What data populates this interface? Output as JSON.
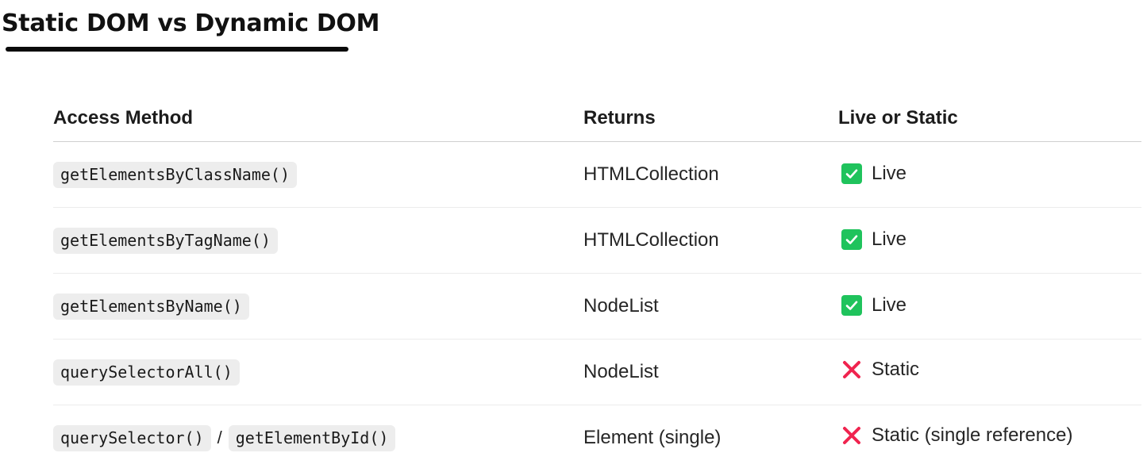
{
  "title": "Static DOM vs Dynamic DOM",
  "table": {
    "headers": {
      "method": "Access Method",
      "returns": "Returns",
      "live": "Live or Static"
    },
    "rows": [
      {
        "method": "getElementsByClassName()",
        "returns": "HTMLCollection",
        "status_icon": "check-icon",
        "status": "Live"
      },
      {
        "method": "getElementsByTagName()",
        "returns": "HTMLCollection",
        "status_icon": "check-icon",
        "status": "Live"
      },
      {
        "method": "getElementsByName()",
        "returns": "NodeList",
        "status_icon": "check-icon",
        "status": "Live"
      },
      {
        "method": "querySelectorAll()",
        "returns": "NodeList",
        "status_icon": "cross-icon",
        "status": "Static"
      },
      {
        "method": "querySelector()",
        "method_sep": "/",
        "method_alt": "getElementById()",
        "returns": "Element (single)",
        "status_icon": "cross-icon",
        "status": "Static (single reference)"
      }
    ]
  },
  "colors": {
    "check": "#1fc35c",
    "cross": "#f0244f",
    "code_bg": "#ededed"
  }
}
